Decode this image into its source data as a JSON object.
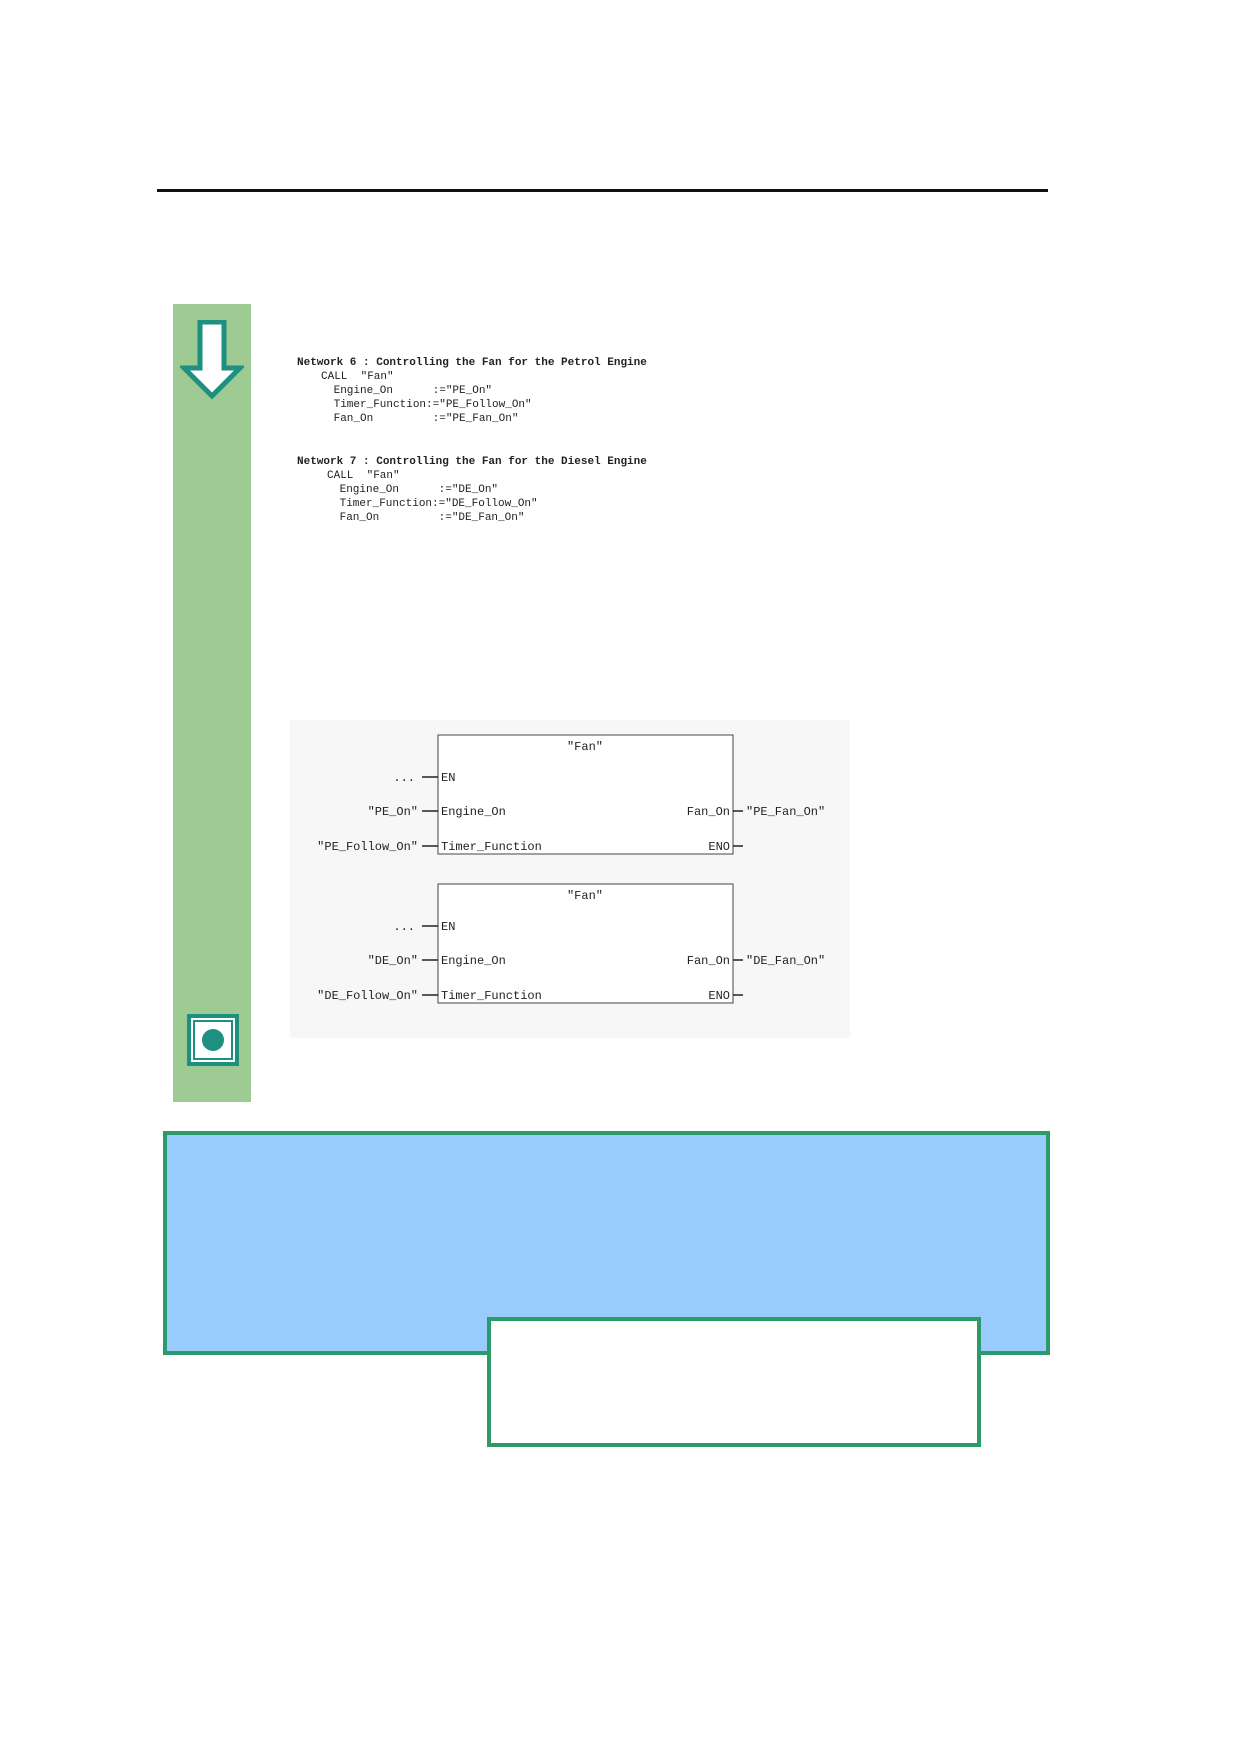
{
  "networks": [
    {
      "header": "Network 6 : Controlling the Fan for the Petrol Engine",
      "lines": [
        "CALL  \"Fan\"",
        " Engine_On      :=\"PE_On\"",
        " Timer_Function:=\"PE_Follow_On\"",
        " Fan_On         :=\"PE_Fan_On\""
      ]
    },
    {
      "header": "Network 7 : Controlling the Fan for the Diesel Engine",
      "lines": [
        "CALL  \"Fan\"",
        " Engine_On      :=\"DE_On\"",
        " Timer_Function:=\"DE_Follow_On\"",
        " Fan_On         :=\"DE_Fan_On\""
      ]
    }
  ],
  "blocks": [
    {
      "title": "\"Fan\"",
      "en_input": "...",
      "in1_signal": "\"PE_On\"",
      "in2_signal": "\"PE_Follow_On\"",
      "out_signal": "\"PE_Fan_On\"",
      "pin_en": "EN",
      "pin_in1": "Engine_On",
      "pin_in2": "Timer_Function",
      "pin_out": "Fan_On",
      "pin_eno": "ENO"
    },
    {
      "title": "\"Fan\"",
      "en_input": "...",
      "in1_signal": "\"DE_On\"",
      "in2_signal": "\"DE_Follow_On\"",
      "out_signal": "\"DE_Fan_On\"",
      "pin_en": "EN",
      "pin_in1": "Engine_On",
      "pin_in2": "Timer_Function",
      "pin_out": "Fan_On",
      "pin_eno": "ENO"
    }
  ],
  "icons": {
    "step": "down-arrow-icon",
    "stop": "stop-icon"
  },
  "colors": {
    "sidebar": "#9ecb93",
    "accent": "#2d9a6a",
    "note_box": "#99cbfd"
  }
}
